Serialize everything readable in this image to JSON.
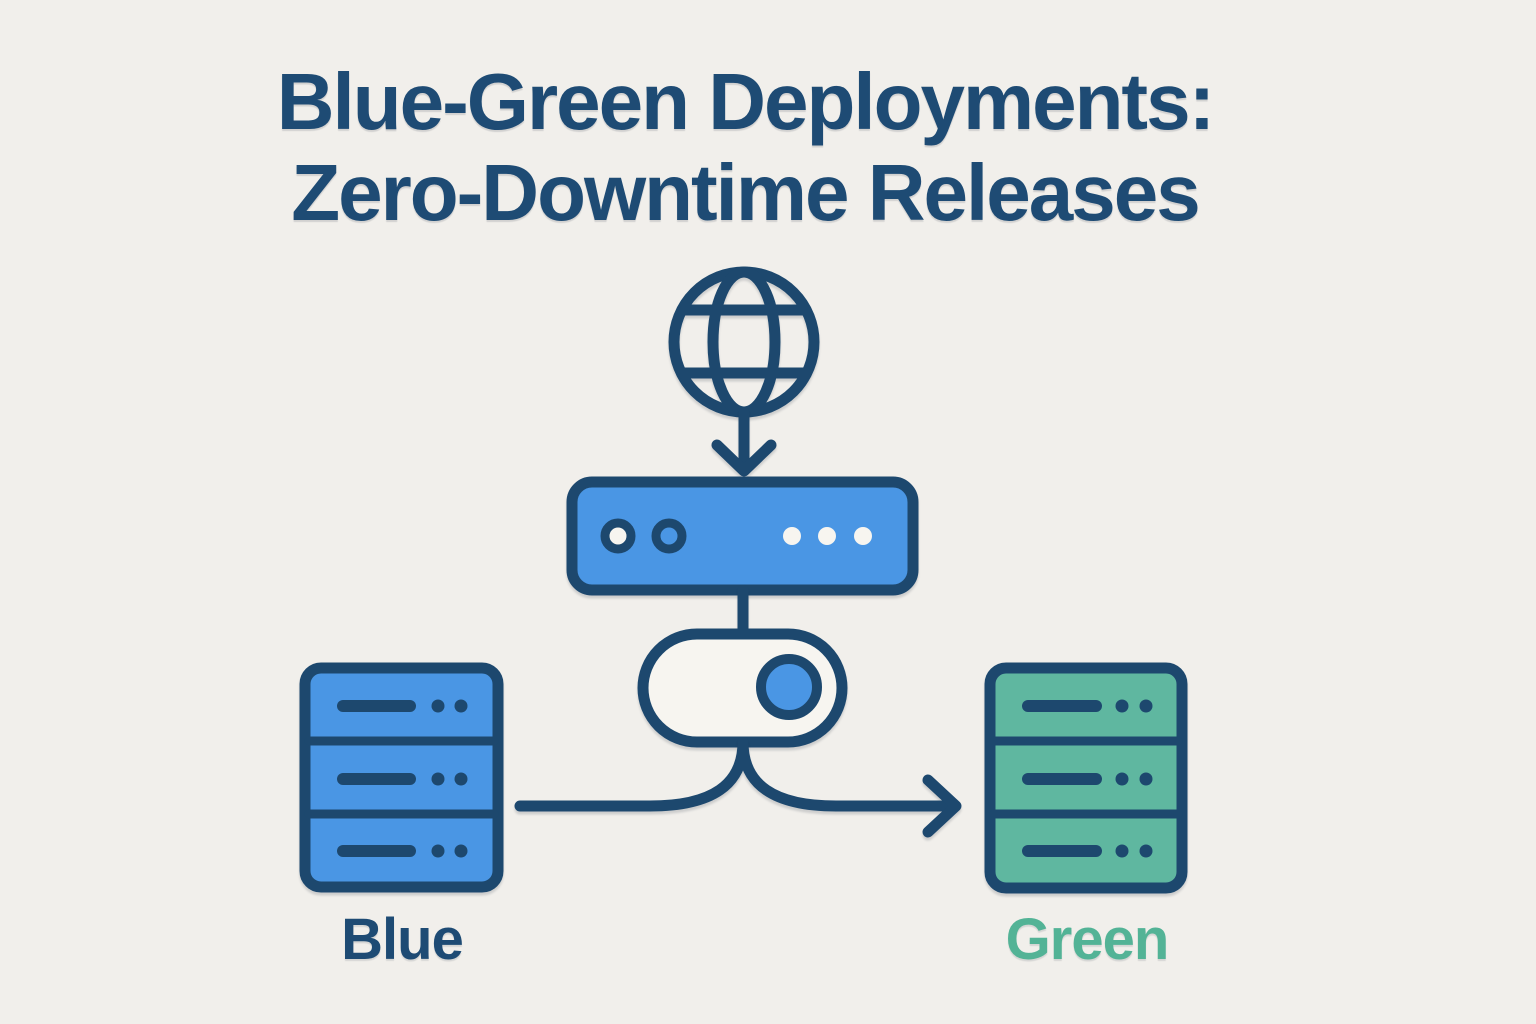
{
  "title": {
    "line1": "Blue-Green Deployments:",
    "line2": "Zero-Downtime Releases"
  },
  "diagram": {
    "internet": {
      "icon": "globe-icon"
    },
    "incoming_traffic": {
      "icon": "arrow-down-icon"
    },
    "load_balancer": {
      "icon": "load-balancer-icon",
      "left_ports": 2,
      "indicator_dots": 3
    },
    "toggle": {
      "icon": "toggle-switch-icon",
      "knob_position": "right"
    },
    "blue_environment": {
      "label": "Blue",
      "icon": "server-stack-icon",
      "rack_units": 3
    },
    "green_environment": {
      "label": "Green",
      "icon": "server-stack-icon",
      "rack_units": 3
    },
    "traffic_flow": {
      "icon": "arrow-right-icon",
      "from": "Blue",
      "to": "Green"
    }
  },
  "colors": {
    "background": "#f1efeb",
    "navy": "#1d486e",
    "title_navy": "#1e4b74",
    "blue": "#4a96e4",
    "green": "#5fb7a0",
    "green_label": "#53b396",
    "white": "#f7f5f0"
  }
}
